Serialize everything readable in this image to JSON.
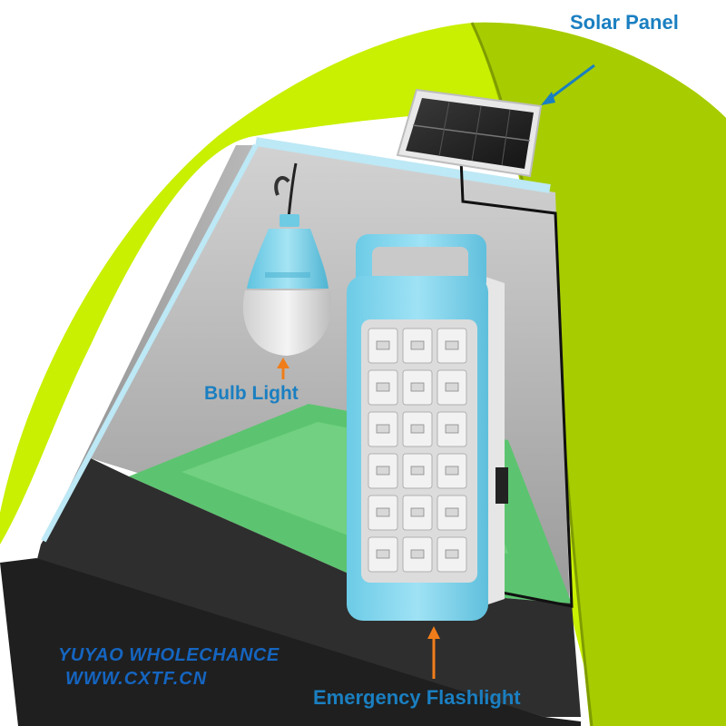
{
  "labels": {
    "solar_panel": "Solar Panel",
    "bulb_light": "Bulb Light",
    "emergency_flashlight": "Emergency Flashlight"
  },
  "brand": {
    "name": "YUYAO WHOLECHANCE",
    "url": "WWW.CXTF.CN"
  },
  "colors": {
    "label_text": "#1a7fc1",
    "arrow_blue": "#1a7fc1",
    "arrow_orange": "#f07d1a",
    "brand_text": "#1565c0",
    "tent_fabric": "#c8f000",
    "tent_shade": "#a7cc00",
    "floor": "#5cc470",
    "lamp_body": "#7fd3ec"
  }
}
